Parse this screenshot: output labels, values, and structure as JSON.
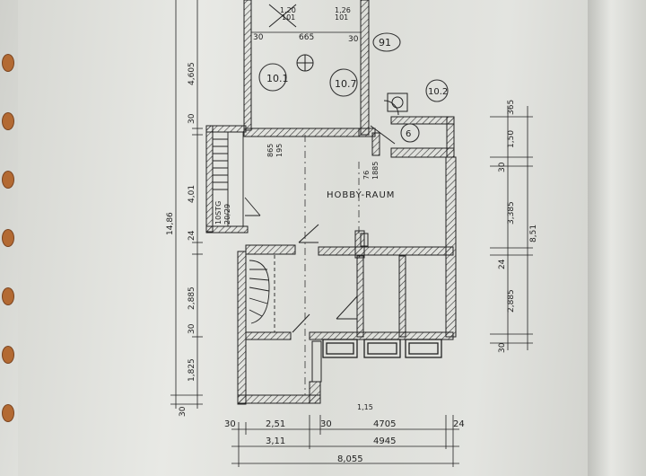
{
  "room_label": "HOBBY-RAUM",
  "stair_label_1": "10STG",
  "stair_label_2": "20/29",
  "top_dims": {
    "d30_left": "30",
    "d665": "665",
    "d30_right": "30",
    "d120": "1,20",
    "d101": "101",
    "d126": "1,26",
    "d101b": "101"
  },
  "annotations": {
    "circle_91": "91",
    "circle_101": "10.1",
    "circle_107": "10.7",
    "circle_102": "10.2",
    "circle_6": "6"
  },
  "left_vertical_dims": {
    "total": "14,86",
    "d4605": "4,605",
    "d30a": "30",
    "d401": "4,01",
    "d24": "24",
    "d2885": "2,885",
    "d30b": "30",
    "d1825": "1,825",
    "d30c": "30"
  },
  "right_vertical_dims": {
    "d365": "365",
    "d150": "1,50",
    "d30a": "30",
    "d3385": "3,385",
    "d24": "24",
    "d2885": "2,885",
    "d30b": "30",
    "total": "8,51"
  },
  "inner_dims": {
    "d865": "865",
    "d195": "195",
    "d76": "76",
    "d1885": "1885",
    "d115": "1,15"
  },
  "bottom_dims": {
    "row1": {
      "d30a": "30",
      "d251": "2,51",
      "d30b": "30",
      "d4705": "4705",
      "d24": "24"
    },
    "row2": {
      "d311": "3,11",
      "d4945": "4945"
    },
    "row3": {
      "total": "8,055"
    }
  }
}
